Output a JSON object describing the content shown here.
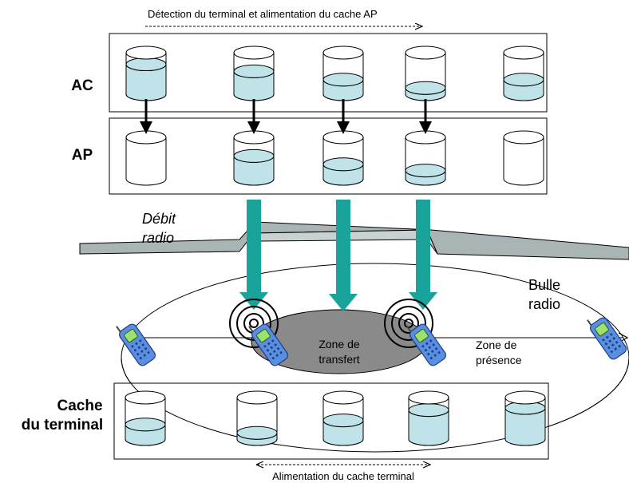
{
  "captions": {
    "top": "Détection du terminal et alimentation du cache AP",
    "bottom": "Alimentation du cache terminal"
  },
  "rows": {
    "ac": "AC",
    "ap": "AP",
    "terminal_line1": "Cache",
    "terminal_line2": "du terminal"
  },
  "labels": {
    "debit_line1": "Débit",
    "debit_line2": "radio",
    "bulle_line1": "Bulle",
    "bulle_line2": "radio",
    "zone_transfert_line1": "Zone de",
    "zone_transfert_line2": "transfert",
    "zone_presence_line1": "Zone de",
    "zone_presence_line2": "présence"
  },
  "cache_levels": {
    "ac": [
      0.72,
      0.55,
      0.35,
      0.15,
      0.35
    ],
    "ap": [
      0.0,
      0.55,
      0.35,
      0.2,
      0.0
    ],
    "terminal": [
      0.35,
      0.15,
      0.45,
      0.7,
      0.75
    ]
  },
  "colors": {
    "liquid": "#bfe3e8",
    "transfer_arrow": "#1aa39a",
    "transfer_zone": "#8a8a8a",
    "radio_band": "#a9b4b4",
    "phone_body": "#5a8fe0",
    "phone_screen": "#9be36a"
  },
  "icons": [
    "cache-cylinder-icon",
    "mobile-phone-icon",
    "radio-waves-icon"
  ]
}
